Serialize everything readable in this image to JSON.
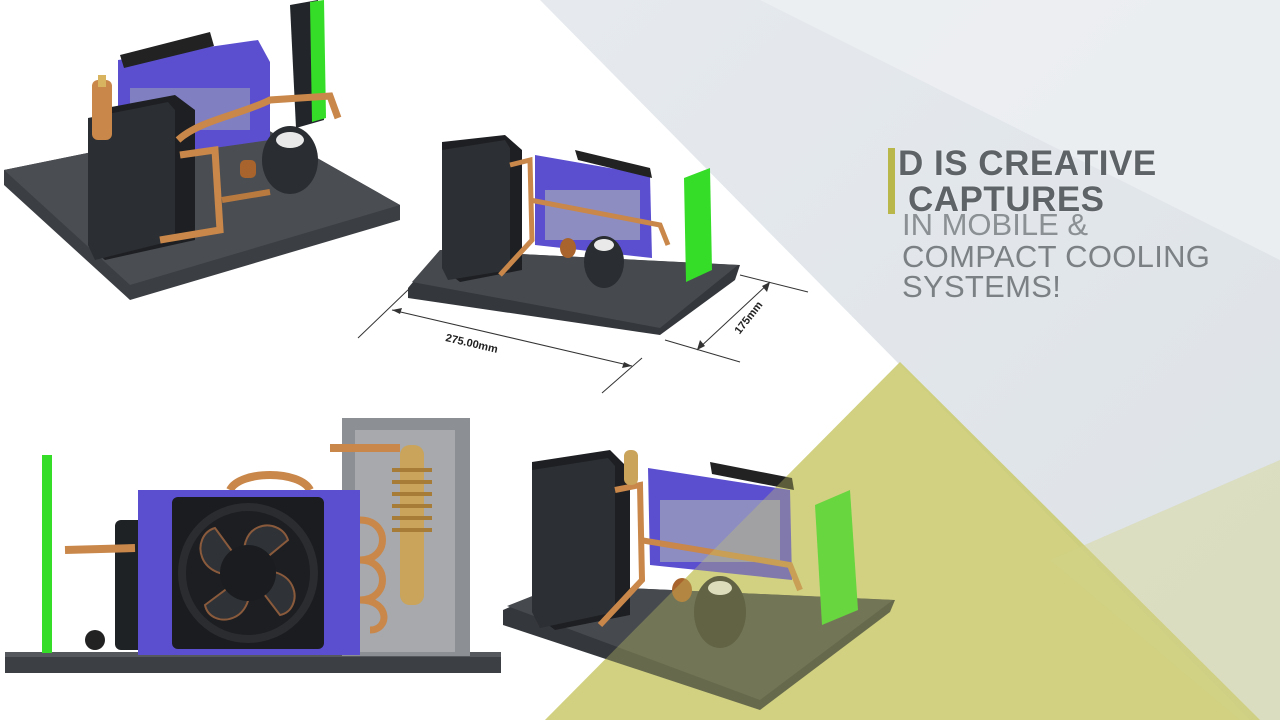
{
  "headline": {
    "line1": "D IS CREATIVE",
    "line2": "CAPTURES",
    "line3": "IN MOBILE &",
    "line4": "COMPACT COOLING",
    "line5": "SYSTEMS!"
  },
  "dimensions": {
    "length": "275.00mm",
    "width": "175mm"
  },
  "colors": {
    "accent_olive": "#c8c86a",
    "panel_gray": "#e4e8ec",
    "fan_purple": "#5b4fd0",
    "copper": "#c9874a",
    "green_panel": "#37e02a",
    "base_gray": "#3c3f44"
  }
}
